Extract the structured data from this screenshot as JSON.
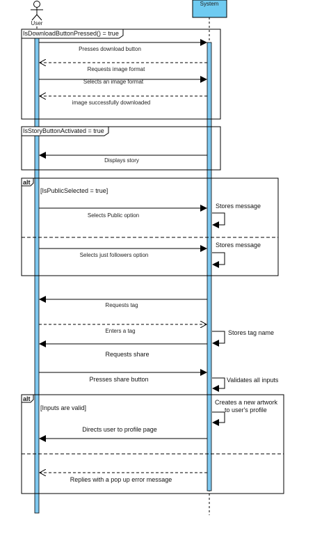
{
  "actors": {
    "user": "User",
    "system": "System"
  },
  "frames": {
    "download": "IsDownloadButtonPressed() = true",
    "story": "IsStoryButtonActivated = true",
    "alt1": {
      "tag": "alt",
      "guard": "[IsPublicSelected = true]"
    },
    "alt2": {
      "tag": "alt",
      "guard": "[Inputs are valid]"
    }
  },
  "messages": {
    "presses_download": "Presses download button",
    "requests_format": "Requests image format",
    "selects_format": "Selects an image format",
    "download_success": "image successfully downloaded",
    "displays_story": "Displays story",
    "selects_public": "Selects Public option",
    "selects_followers": "Selects just followers option",
    "requests_tag": "Requests tag",
    "enters_tag": "Enters a tag",
    "requests_share": "Requests share",
    "presses_share": "Presses share button",
    "directs_profile": "Directs user to profile page",
    "error_popup": "Replies with a pop up error message"
  },
  "self_messages": {
    "stores_message_1": "Stores message",
    "stores_message_2": "Stores message",
    "stores_tag": "Stores tag name",
    "validates": "Validates all inputs",
    "creates_artwork_1": "Creates a new artwork",
    "creates_artwork_2": "to user's profile"
  },
  "colors": {
    "lifeline_fill": "#7ec8ef",
    "system_box_fill": "#6fcbf1",
    "line": "#000000"
  }
}
